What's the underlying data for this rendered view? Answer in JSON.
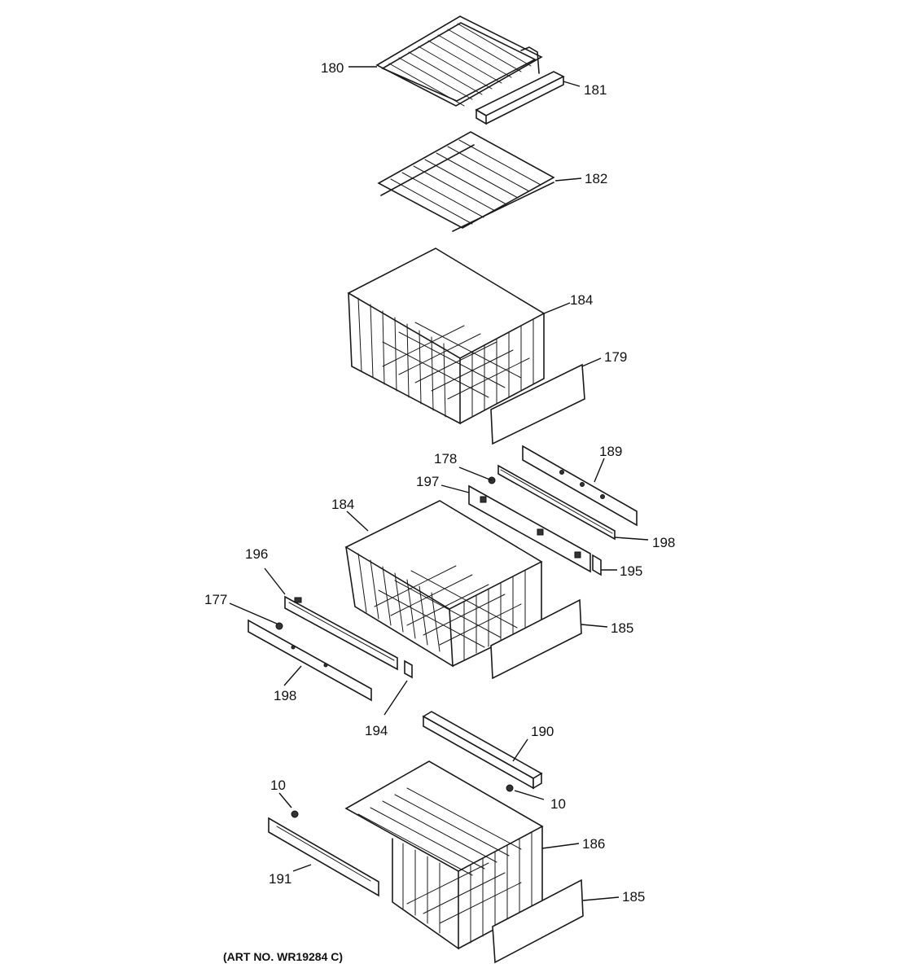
{
  "callouts": {
    "c180": "180",
    "c181": "181",
    "c182": "182",
    "c184a": "184",
    "c179": "179",
    "c178": "178",
    "c189": "189",
    "c197": "197",
    "c184b": "184",
    "c198a": "198",
    "c195": "195",
    "c196": "196",
    "c177": "177",
    "c185a": "185",
    "c198b": "198",
    "c194": "194",
    "c190": "190",
    "c10a": "10",
    "c10b": "10",
    "c186": "186",
    "c191": "191",
    "c185b": "185"
  },
  "art_number": "(ART NO. WR19284 C)"
}
